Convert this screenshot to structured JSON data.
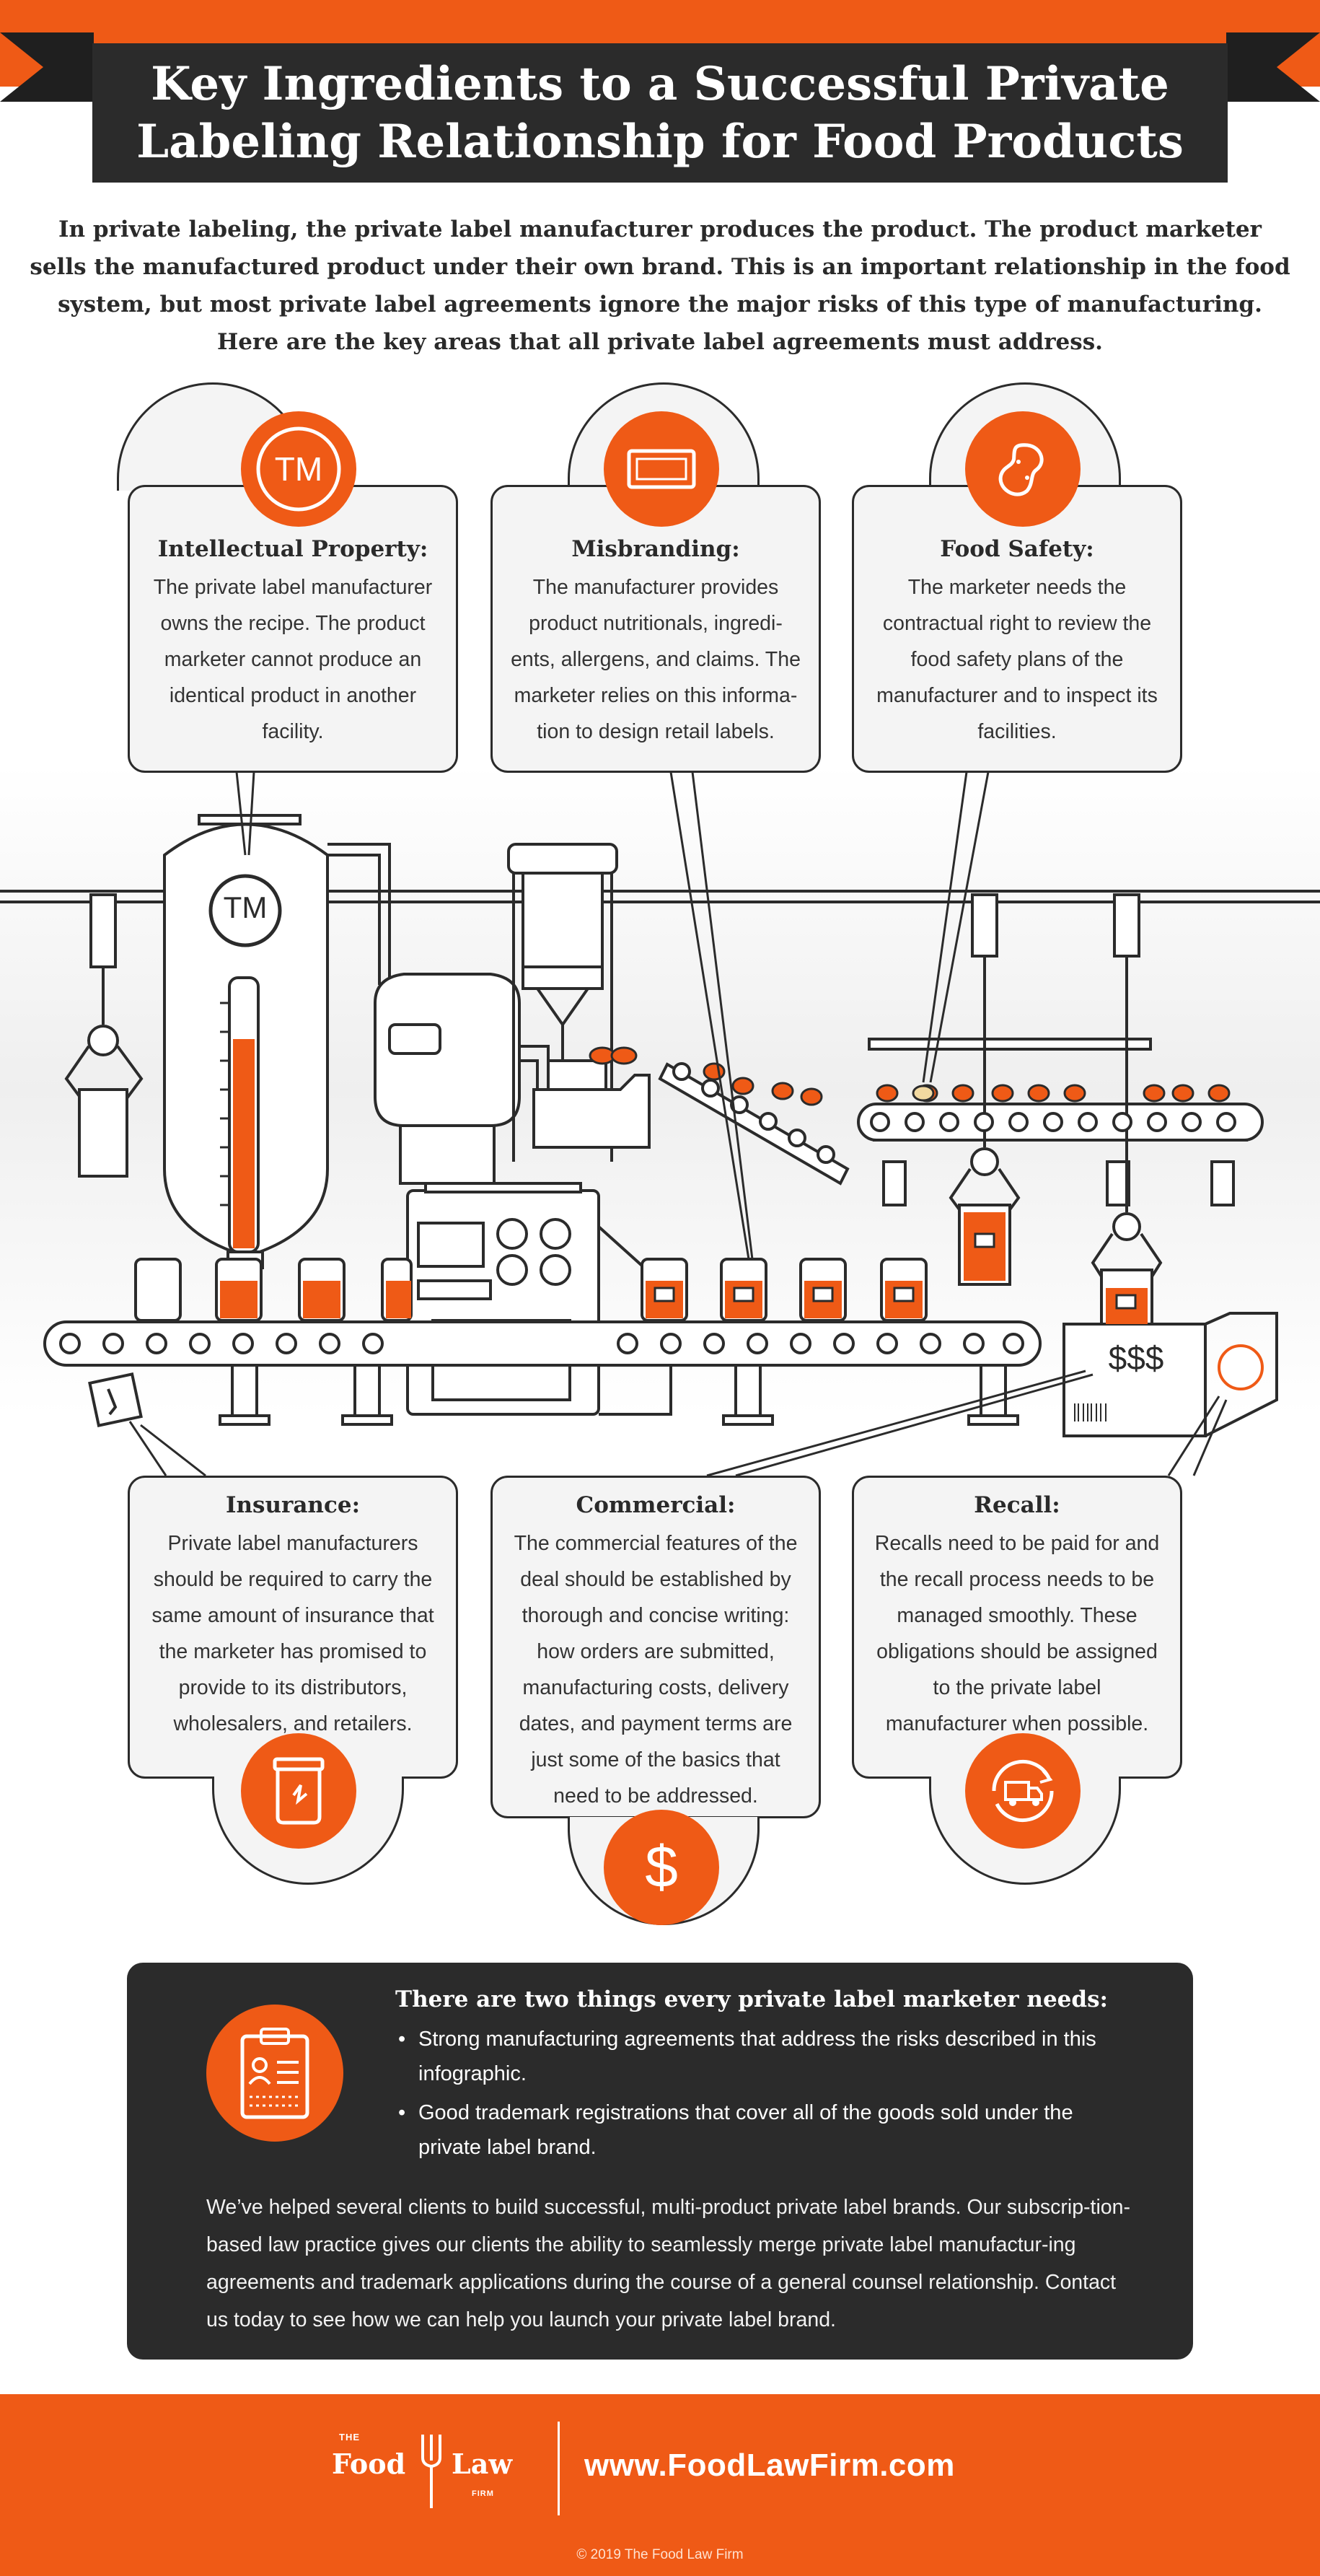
{
  "colors": {
    "accent": "#ef5a16",
    "dark": "#2b2b2b",
    "card_bg": "#f4f4f4"
  },
  "header": {
    "title": "Key Ingredients to a Successful Private\nLabeling Relationship for Food Products"
  },
  "intro": "In private labeling, the private label manufacturer produces the product. The product marketer sells the manufactured product under their own brand. This is an important relationship in the food system, but most private label agreements ignore the major risks of this type of manufacturing. Here are the key areas that all private label agreements must address.",
  "cards_top": [
    {
      "icon": "trademark-icon",
      "icon_text": "TM",
      "title": "Intellectual Property:",
      "body": "The private label manufacturer owns the recipe. The product marketer cannot produce an identical product in another facility."
    },
    {
      "icon": "label-icon",
      "title": "Misbranding:",
      "body": "The manufacturer provides product nutritionals, ingredi-ents, allergens, and claims. The marketer relies on this informa-tion to design retail labels."
    },
    {
      "icon": "peanut-icon",
      "title": "Food Safety:",
      "body": "The marketer needs the contractual right to review the food safety plans of the manufacturer and to inspect its facilities."
    }
  ],
  "cards_bottom": [
    {
      "icon": "broken-jar-icon",
      "title": "Insurance:",
      "body": "Private label manufacturers should be required to carry the same amount of insurance that the marketer has promised to provide to its distributors, wholesalers, and retailers."
    },
    {
      "icon": "dollar-icon",
      "icon_text": "$",
      "title": "Commercial:",
      "body": "The commercial features of the deal should be established by thorough and concise writing: how orders are submitted, manufacturing costs, delivery dates, and payment terms are just some of the basics that need to be addressed."
    },
    {
      "icon": "recall-truck-icon",
      "title": "Recall:",
      "body": "Recalls need to be paid for and the recall process needs to be managed smoothly. These obligations should be assigned to the private label manufacturer when possible."
    }
  ],
  "illustration": {
    "tank_label": "TM",
    "box_label": "$$$"
  },
  "needs": {
    "title": "There are two things every private label marketer needs:",
    "items": [
      "Strong manufacturing agreements that address the risks described in this infographic.",
      "Good trademark registrations that cover all of the goods sold under the private label brand."
    ],
    "body": "We’ve helped several clients to build successful, multi-product private label brands. Our subscrip-tion-based law practice gives our clients the ability to seamlessly merge private label manufactur-ing agreements and trademark applications during the course of a general counsel relationship. Contact us today to see how we can help you launch your private label brand."
  },
  "footer": {
    "logo_the": "THE",
    "logo_food": "Food",
    "logo_law": "Law",
    "logo_firm": "FIRM",
    "url": "www.FoodLawFirm.com",
    "copyright": "© 2019 The Food Law Firm"
  }
}
